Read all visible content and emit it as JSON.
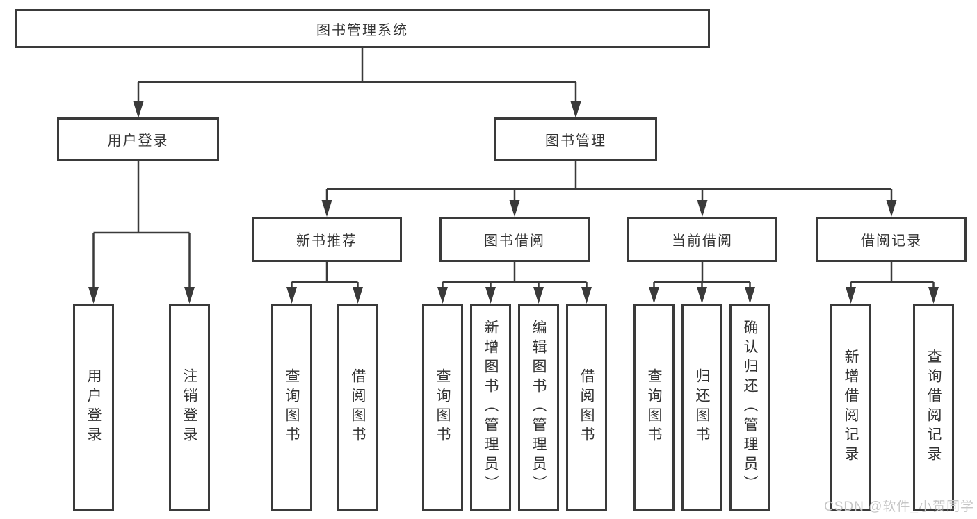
{
  "diagram_type": "hierarchy-org-chart",
  "colors": {
    "line": "#3a3a3a",
    "box_border": "#3a3a3a",
    "text": "#333333",
    "watermark": "#c6c6c6",
    "background": "#ffffff"
  },
  "tree": {
    "label": "图书管理系统",
    "children": [
      {
        "label": "用户登录",
        "children": [
          {
            "label": "用户登录"
          },
          {
            "label": "注销登录"
          }
        ]
      },
      {
        "label": "图书管理",
        "children": [
          {
            "label": "新书推荐",
            "children": [
              {
                "label": "查询图书"
              },
              {
                "label": "借阅图书"
              }
            ]
          },
          {
            "label": "图书借阅",
            "children": [
              {
                "label": "查询图书"
              },
              {
                "label": "新增图书（管理员）"
              },
              {
                "label": "编辑图书（管理员）"
              },
              {
                "label": "借阅图书"
              }
            ]
          },
          {
            "label": "当前借阅",
            "children": [
              {
                "label": "查询图书"
              },
              {
                "label": "归还图书"
              },
              {
                "label": "确认归还（管理员）"
              }
            ]
          },
          {
            "label": "借阅记录",
            "children": [
              {
                "label": "新增借阅记录"
              },
              {
                "label": "查询借阅记录"
              }
            ]
          }
        ]
      }
    ]
  },
  "watermark": {
    "text": "CSDN @软件_小贺同学"
  }
}
